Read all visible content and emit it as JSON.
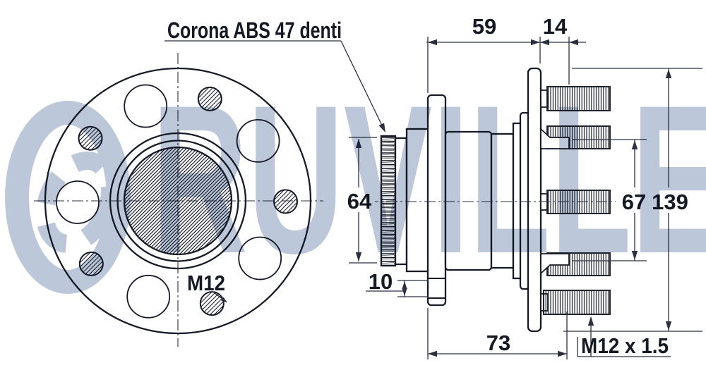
{
  "title_callout": "Corona ABS 47 denti",
  "front_view": {
    "hub_thread_label": "M12"
  },
  "side_view": {
    "stud_thread_label": "M12 x 1.5"
  },
  "dimensions": {
    "bearing_width": "59",
    "flange_to_pilot": "14",
    "abs_ring_od": "64",
    "snap_ring_offset": "10",
    "hub_length": "73",
    "pilot_od": "67",
    "flange_od": "139"
  },
  "watermark": {
    "brand": "RUVILLE"
  },
  "colors": {
    "line": "#161b27",
    "dimension": "#2b3040",
    "watermark": "#b7c3d6",
    "background": "#ffffff"
  }
}
